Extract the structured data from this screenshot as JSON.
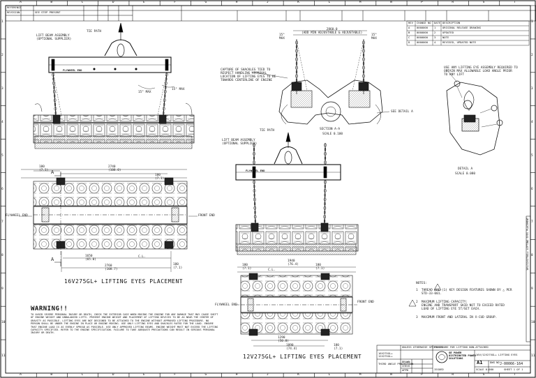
{
  "zones": {
    "top": [
      "A",
      "B",
      "C",
      "D",
      "E",
      "F",
      "G",
      "H",
      "J",
      "K",
      "L",
      "M",
      "N",
      "P",
      "R",
      "S",
      "T"
    ],
    "side": [
      "1",
      "2",
      "3",
      "4",
      "5",
      "6",
      "7",
      "8",
      "9",
      "10",
      "11"
    ]
  },
  "header": {
    "ref_no": "REFERENCE",
    "ref_text": "SEE STEP PRESENT",
    "rev_row": "REVISION"
  },
  "views": {
    "tl_title": "16V275GL+ LIFTING EYES PLACEMENT",
    "br_title": "12V275GL+ LIFTING EYES PLACEMENT",
    "section_title": "SECTION A-A",
    "section_scale": "SCALE 0.100",
    "detail_title": "DETAIL A",
    "detail_scale": "SCALE 0.080",
    "section_mark": "A",
    "detail_mark": "A"
  },
  "labels": {
    "tl_spreader": "LIFT BEAM ASSEMBLY\n(OPTIONAL SUPPLIER)",
    "tl_hook": "TIE PATH",
    "tl_beam": "FLYWHEEL END",
    "tl_angle1": "15\" MAX",
    "tl_angle2": "15\" MAX",
    "tl_fly": "FLYWHEEL END",
    "tl_front": "FRONT END",
    "sec_dim": "2860.0\n(ADD MIN ADJUSTABLE & ADJUSTABLE)",
    "sec_max_l": "15°\nMAX",
    "sec_max_r": "15°\nMAX",
    "sec_note": "CAPTURE OF SHACKLES TIED TO\nRESPECT HANDLING APPROVAL\nLOCATION OF LIFTING EYES TO BE\nTOWARDS CENTERLINE OF ENGINE",
    "sec_detail": "SEE DETAIL A",
    "det_note": "USE ANY LIFTING EYE ASSEMBLY REQUIRED TO\nOBTAIN MAX ALLOWABLE LOAD ANGLE PRIOR\nTO ANY LIFT",
    "br_spreader": "LIFT BEAM ASSEMBLY\n(OPTIONAL SUPPLIER)",
    "br_hook": "TIE PATH",
    "br_beam": "FLYWHEEL END",
    "br_fly": "FLYWHEEL END",
    "br_front": "FRONT END",
    "dim_tl_1": "180\n(7.1)",
    "dim_tl_2": "2740\n(108.0)",
    "dim_tl_3": "180\n(7.1)",
    "dim_tl_4": "1650\n(65.0)",
    "dim_tl_5": "2760\n(108.7)",
    "dim_tl_6": "180\n(7.1)",
    "dim_br_1": "180\n(7.1)",
    "dim_br_2": "1940\n(76.4)",
    "dim_br_3": "180\n(7.1)",
    "dim_br_4": "1290\n(50.8)",
    "dim_br_5": "1890\n(74.4)",
    "dim_br_6": "180\n(7.1)",
    "cl": "C.L."
  },
  "warning": {
    "heading": "WARNING!!",
    "body": "TO AVOID SEVERE PERSONAL INJURY OR DEATH, CHECK THE EXTERIOR CASE WHEN MOVING THE ENGINE FOR ANY DAMAGE THAT MAY CAUSE SHIFT OF ENGINE WEIGHT AND UNBALANCED LIFTS. PREVENT ENGINE WEIGHT AND PLACEMENT OF LIFTING DEVICES TO BE AS NEAR THE CENTER OF GRAVITY AS POSSIBLE. LIFTING EYES ARE NOT DESIGNED TO BE ATTACHED TO THE ENGINE WITHOUT APPROVED LIFTING PROCEDURE. NO PERSON SHALL BE UNDER THE ENGINE IN PLACE OR ENGINE MOVING. USE ONLY LIFTING EYES AND SHACKLES RATED FOR THE LOAD. ENSURE THAT ENGINE LOAD IS AS EVENLY SPREAD AS POSSIBLE. USE ONLY APPROVED LIFTING BEAMS. ENGINE WEIGHT MUST NOT EXCEED THE LIFTING CAPACITY SPECIFIED. REFER TO THE ENGINE SPECIFICATION. FAILURE TO TAKE ADEQUATE PRECAUTIONS CAN RESULT IN SERIOUS PERSONAL INJURY OR DEATH."
  },
  "notes": {
    "heading": "NOTES:",
    "n1": "1  THREAD ARE (1) KEY DESIGN FEATURES SHOWN BY △ PER\n   STD-33-001.",
    "n2": "2  MAXIMUM LIFTING CAPACITY:\n   ENGINE AND TRANSPORT SKID NOT TO EXCEED RATED\n   LOAD OF LIFTING EYE 5T/SET EACH.",
    "n3": "3  MAXIMUM FRONT AND LATERAL IN X-CUD GROUP."
  },
  "revtable": {
    "headers": [
      "REV",
      "CHANGE NO",
      "DATE",
      "DESCRIPTION"
    ],
    "rows": [
      [
        "A",
        "0000000",
        "1",
        "ORIGINAL RELEASE DRAWING"
      ],
      [
        "B",
        "0000000",
        "2",
        "UPDATED"
      ],
      [
        "C",
        "0000000",
        "3",
        "NOTE"
      ],
      [
        "D",
        "0000000",
        "4",
        "REVISED, UPDATED NOTE"
      ]
    ]
  },
  "titleblock": {
    "company": "GE POWER\nDISTRIBUTED POWER\nSOLUTIONS",
    "doc_title": "PROCEDURE FOR LIFTING NON-ATTACHED",
    "part_title": "16V/12V275GL+ LIFTING EYES",
    "size": "A1",
    "dwg_no": "J-00066-164",
    "scale": "SCALE 0.080",
    "sheet": "SHEET 1 OF 1",
    "drawn": "DRAWN",
    "checked": "CHECK",
    "approved": "APPD",
    "issued": "ISSUED",
    "cage": "THIRD ANGLE PROJECTION",
    "dwg_label": "DWG NO",
    "side_title": "16V/12V275GL+ LIFTING EYES PLACEMENT",
    "mat": "16V275GL+\n12V275GL+",
    "nom_l": "UNLESS OTHERWISE SPECIFIED"
  }
}
